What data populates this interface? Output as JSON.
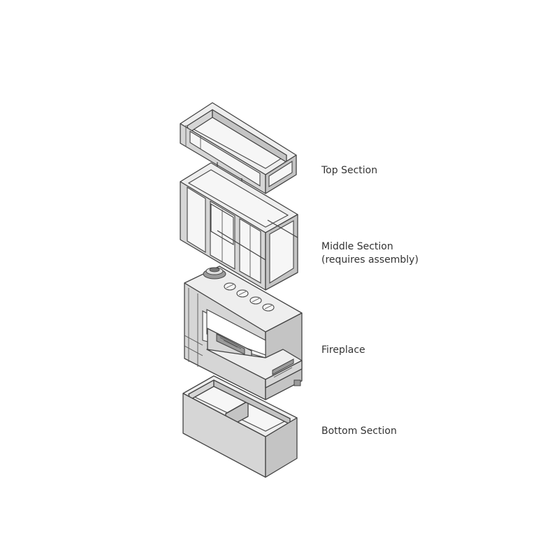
{
  "labels": {
    "top_section": "Top Section",
    "middle_section": "Middle Section",
    "middle_section_note": "(requires assembly)",
    "fireplace": "Fireplace",
    "bottom_section": "Bottom Section"
  },
  "colors": {
    "line": "#444444",
    "panel_light": "#eeeeee",
    "panel_mid": "#d6d6d6",
    "panel_dark": "#c4c4c4",
    "text": "#333333"
  }
}
